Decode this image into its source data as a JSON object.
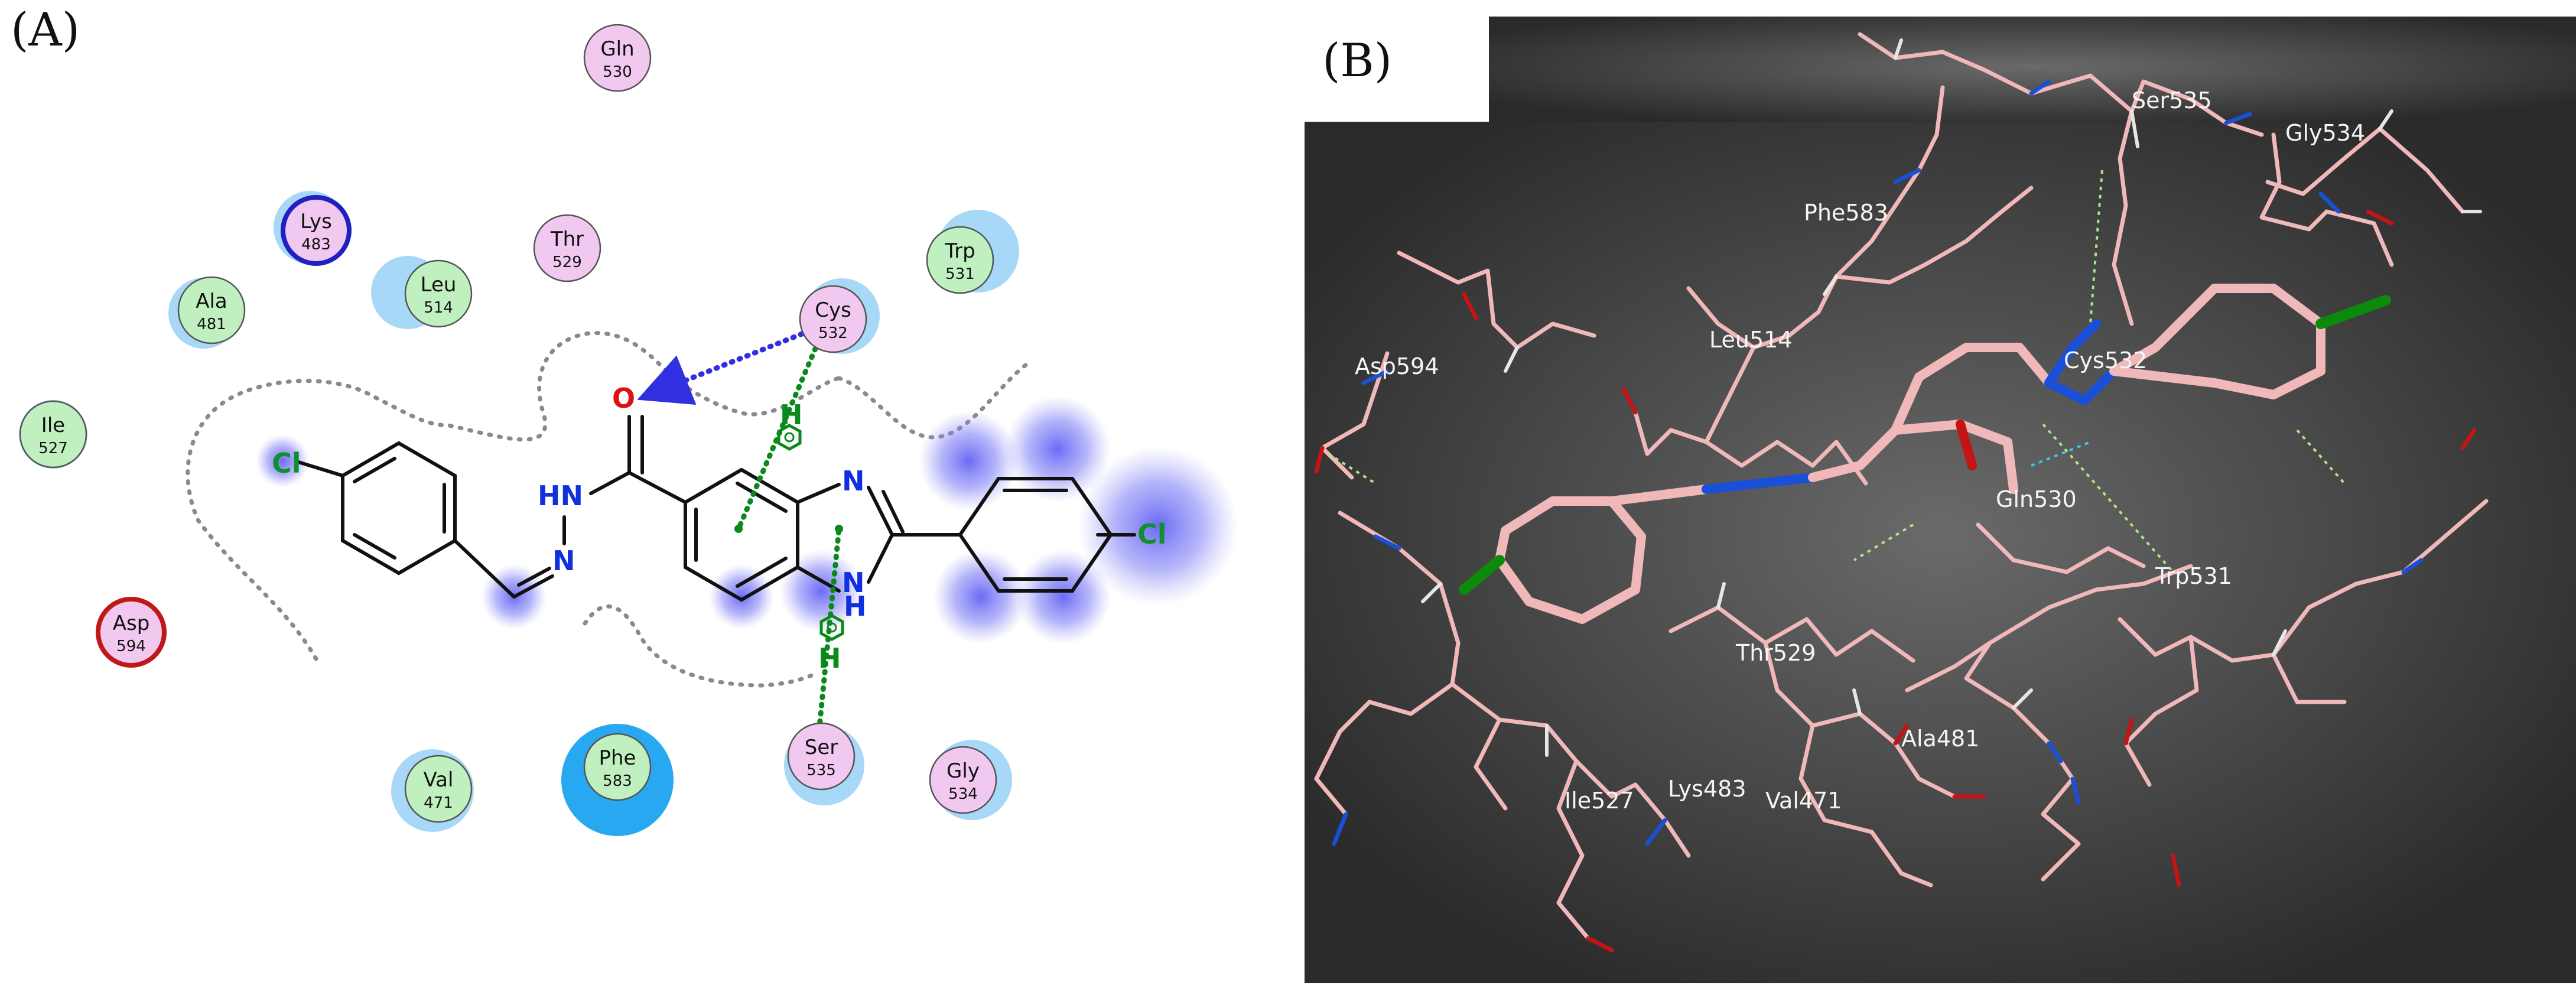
{
  "panel_a": {
    "label": "(A)",
    "residues": [
      {
        "name": "Gln",
        "num": "530",
        "kind": "polar"
      },
      {
        "name": "Lys",
        "num": "483",
        "kind": "basic"
      },
      {
        "name": "Thr",
        "num": "529",
        "kind": "polar"
      },
      {
        "name": "Leu",
        "num": "514",
        "kind": "hydrophobic"
      },
      {
        "name": "Ala",
        "num": "481",
        "kind": "hydrophobic"
      },
      {
        "name": "Cys",
        "num": "532",
        "kind": "polar"
      },
      {
        "name": "Trp",
        "num": "531",
        "kind": "hydrophobic"
      },
      {
        "name": "Ile",
        "num": "527",
        "kind": "hydrophobic"
      },
      {
        "name": "Asp",
        "num": "594",
        "kind": "acidic"
      },
      {
        "name": "Val",
        "num": "471",
        "kind": "hydrophobic"
      },
      {
        "name": "Phe",
        "num": "583",
        "kind": "hydrophobic"
      },
      {
        "name": "Ser",
        "num": "535",
        "kind": "polar"
      },
      {
        "name": "Gly",
        "num": "534",
        "kind": "polar"
      }
    ],
    "atoms": {
      "cl_left": "Cl",
      "cl_right": "Cl",
      "carbonyl_o": "O",
      "nh_hn": "HN",
      "imine_n": "N",
      "bz_n_top": "N",
      "bz_n_bottom": "N",
      "bz_h_bottom": "H",
      "pi_h_top": "H",
      "pi_h_bottom": "H"
    },
    "colors": {
      "polar_fill": "#f0c8f0",
      "hydrophobic_fill": "#c0f0c0",
      "basic_ring": "#2020c0",
      "acidic_ring": "#c01818",
      "hbond_arrow": "#3030e0",
      "pi_h_bond": "#0a8a1a",
      "heteroatom_n": "#1030e0",
      "heteroatom_o": "#e01010",
      "heteroatom_cl": "#10902a"
    }
  },
  "panel_b": {
    "label": "(B)",
    "residue_labels": [
      "Ser535",
      "Gly534",
      "Phe583",
      "Leu514",
      "Asp594",
      "Cys532",
      "Gln530",
      "Trp531",
      "Thr529",
      "Ala481",
      "Lys483",
      "Val471",
      "Ile527"
    ],
    "colors": {
      "background_center": "#6a6a6a",
      "background_edge": "#2a2a2a",
      "carbon": "#f0b8b8",
      "nitrogen": "#1a4fd8",
      "oxygen": "#c41414",
      "chlorine": "#0c8a0c",
      "hydrogen": "#ececec"
    }
  }
}
